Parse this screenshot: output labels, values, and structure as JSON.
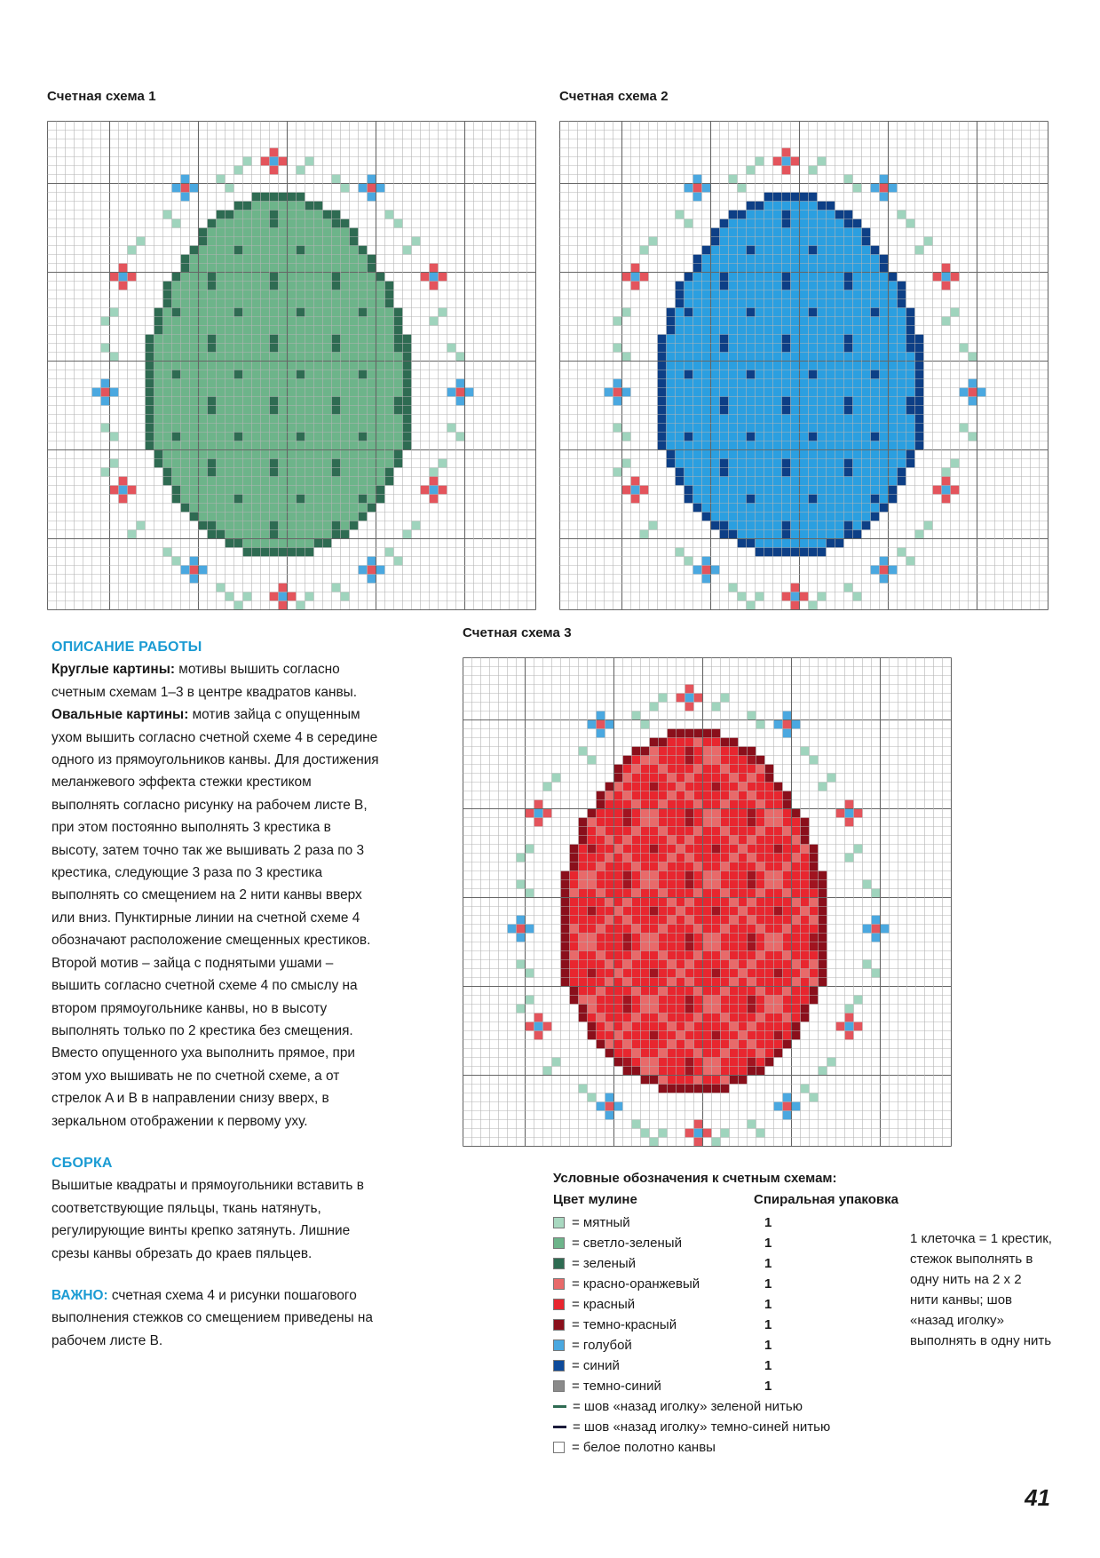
{
  "charts": [
    {
      "title": "Счетная схема 1",
      "palette": {
        "egg_light": "#6db48a",
        "egg_dark": "#2e6b52",
        "egg_edge": "#2e6b52",
        "leaf": "#9fd4bd",
        "red": "#e4545c",
        "blue": "#4aa8e0"
      }
    },
    {
      "title": "Счетная схема 2",
      "palette": {
        "egg_light": "#2b9fe0",
        "egg_dark": "#0d3f86",
        "egg_edge": "#0d3f86",
        "leaf": "#9fd4bd",
        "red": "#e4545c",
        "blue": "#4aa8e0"
      }
    },
    {
      "title": "Счетная схема 3",
      "palette": {
        "egg_light": "#e8262f",
        "egg_dark": "#a11420",
        "egg_edge": "#8a0f1b",
        "leaf": "#9fd4bd",
        "red": "#e4545c",
        "blue": "#4aa8e0"
      }
    }
  ],
  "description": {
    "heading": "ОПИСАНИЕ РАБОТЫ",
    "round_label": "Круглые картины:",
    "round_text": " мотивы вышить согласно счетным схемам 1–3 в центре квадратов канвы.",
    "oval_label": "Овальные картины:",
    "oval_text": " мотив зайца с опущенным ухом вышить согласно счетной схеме 4 в середине одного из прямоугольников канвы. Для достижения меланжевого эффекта стежки крестиком выполнять согласно рисунку на рабочем листе B, при этом постоянно выполнять 3 крестика в высоту, затем точно так же вышивать 2 раза по 3 крестика, следующие 3 раза по 3 крестика выполнять со смещением на 2 нити канвы вверх или вниз. Пунктирные линии на счетной схеме 4 обозначают расположение смещенных крестиков.",
    "second_motif": "Второй мотив – зайца с поднятыми ушами – вышить согласно счетной схеме 4 по смыслу на втором прямоугольнике канвы, но в высоту выполнять только по 2 крестика без смещения. Вместо опущенного уха выполнить прямое, при этом ухо вышивать не по счетной схеме, а от стрелок A и B в направлении снизу вверх, в зеркальном отображении к первому уху."
  },
  "assembly": {
    "heading": "СБОРКА",
    "text": "Вышитые квадраты и прямоугольники вставить в соответствующие пяльцы, ткань натянуть, регулирующие винты крепко затянуть. Лишние срезы канвы обрезать до краев пяльцев."
  },
  "important": {
    "label": "ВАЖНО:",
    "text": " счетная схема 4 и рисунки пошагового выполнения стежков со смещением приведены на рабочем листе B."
  },
  "legend": {
    "title": "Условные обозначения к счетным схемам:",
    "col_color": "Цвет мулине",
    "col_pack": "Спиральная упаковка",
    "items": [
      {
        "color": "#a8d8c0",
        "label": "= мятный",
        "count": "1"
      },
      {
        "color": "#6db48a",
        "label": "= светло-зеленый",
        "count": "1"
      },
      {
        "color": "#2e6b52",
        "label": "= зеленый",
        "count": "1"
      },
      {
        "color": "#e86a6a",
        "label": "= красно-оранжевый",
        "count": "1"
      },
      {
        "color": "#e8262f",
        "label": "= красный",
        "count": "1"
      },
      {
        "color": "#8a0f1b",
        "label": "= темно-красный",
        "count": "1"
      },
      {
        "color": "#4aa8e0",
        "label": "= голубой",
        "count": "1"
      },
      {
        "color": "#0d4a9a",
        "label": "= синий",
        "count": "1"
      },
      {
        "color": "#8a8a8a",
        "label": "= темно-синий",
        "count": "1"
      }
    ],
    "lines": [
      {
        "color": "#2e6b52",
        "label": "= шов «назад иголку» зеленой нитью"
      },
      {
        "color": "#1a1a3a",
        "label": "= шов «назад иголку» темно-синей нитью"
      }
    ],
    "blank_label": "= белое полотно канвы"
  },
  "note": "1 клеточка = 1 крестик, стежок выполнять в одну нить на 2 х 2 нити канвы; шов «назад иголку» выполнять в одну нить",
  "page_number": "41"
}
